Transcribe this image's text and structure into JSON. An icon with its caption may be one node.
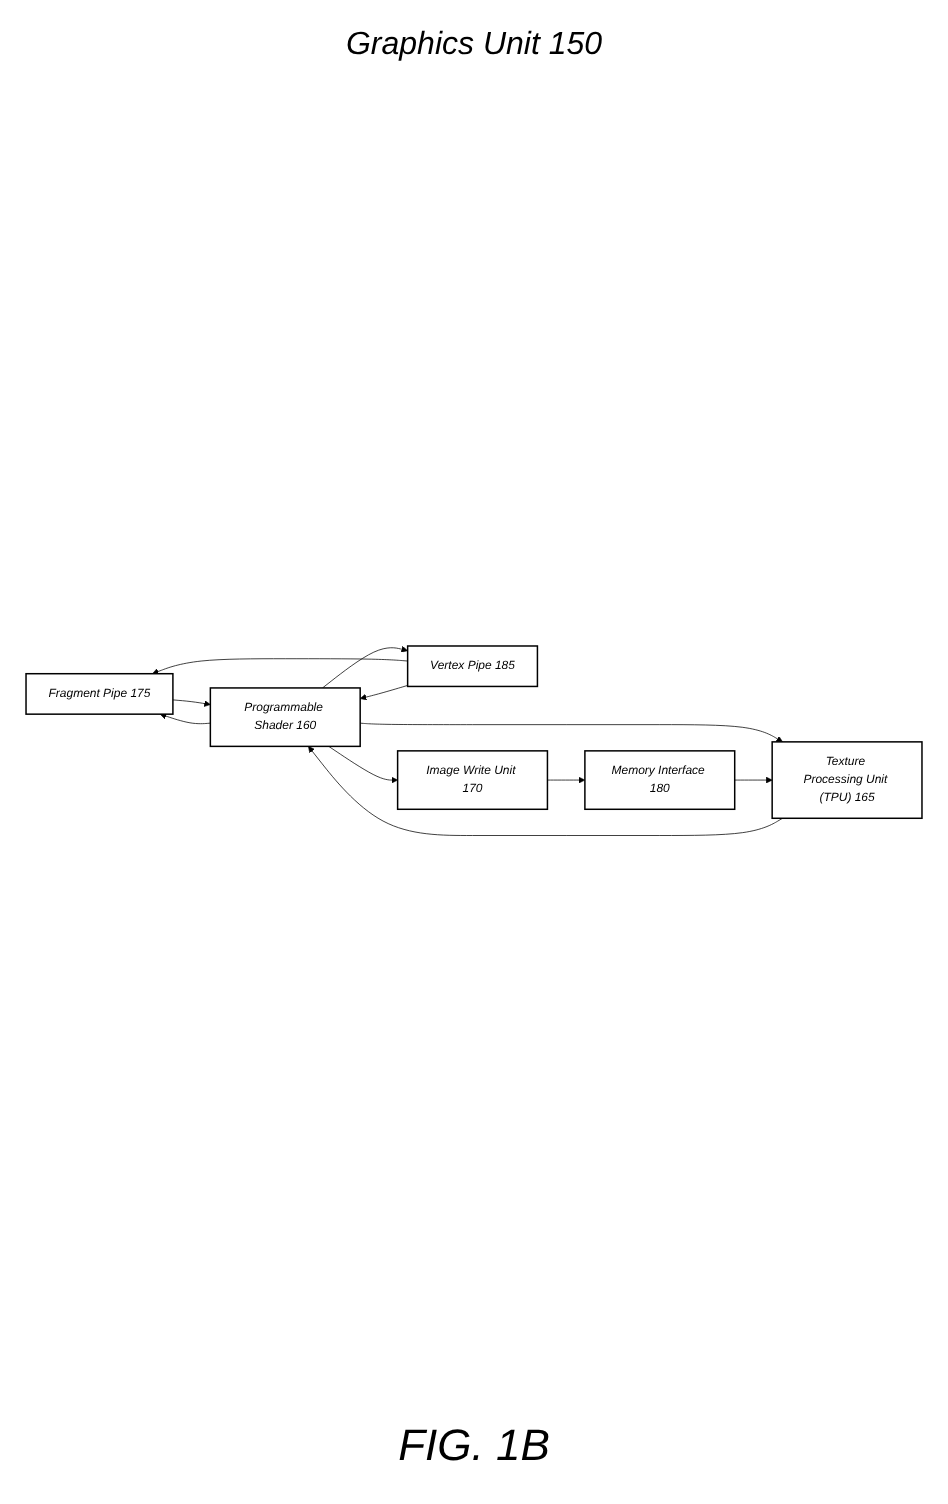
{
  "diagram": {
    "caption": "FIG. 1B",
    "nodes": [
      {
        "text": [
          "Fragment Pipe 175"
        ]
      },
      {
        "text": [
          "Vertex Pipe 185"
        ]
      },
      {
        "text": [
          "Programmable Shader 160"
        ]
      },
      {
        "text": [
          "Image Write Unit 170"
        ]
      },
      {
        "text": [
          "Texture Processing Unit (TPU) 165"
        ]
      },
      {
        "text": [
          "Memory Interface 180"
        ]
      }
    ],
    "edges": [
      {
        "from": 1,
        "to": 0,
        "arrow": "to"
      },
      {
        "from": 2,
        "to": 1,
        "arrow": "to"
      },
      {
        "from": 1,
        "to": 2,
        "arrow": "to"
      },
      {
        "from": 0,
        "to": 2,
        "arrow": "to"
      },
      {
        "from": 2,
        "to": 0,
        "arrow": "to"
      },
      {
        "from": 2,
        "to": 3,
        "arrow": "to"
      },
      {
        "from": 3,
        "to": 5,
        "arrow": "to"
      },
      {
        "from": 4,
        "to": 2,
        "arrow": "to"
      },
      {
        "from": 2,
        "to": 4,
        "arrow": "to"
      },
      {
        "from": 5,
        "to": 4,
        "arrow": "to"
      }
    ],
    "labels": [
      "Graphics Unit 150"
    ]
  }
}
